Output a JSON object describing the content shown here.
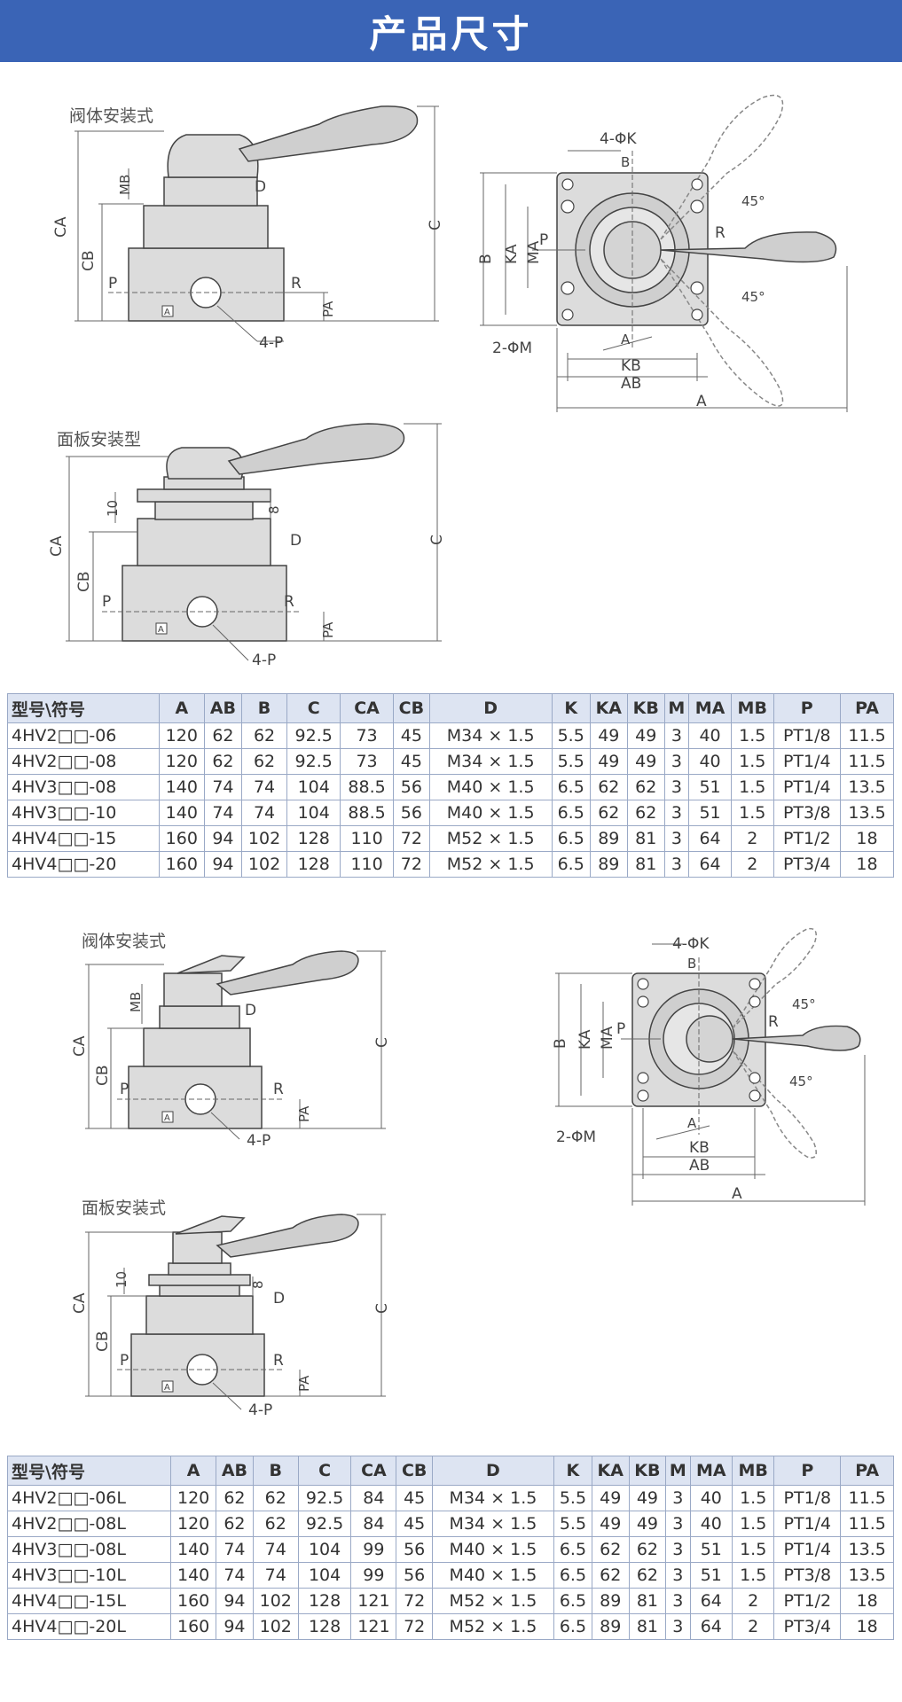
{
  "banner": {
    "title": "产品尺寸"
  },
  "section1": {
    "label_body": "阀体安装式",
    "label_panel": "面板安装型",
    "side": {
      "mb": "MB",
      "d": "D",
      "ca": "CA",
      "cb": "CB",
      "c": "C",
      "p": "P",
      "r": "R",
      "pa": "PA",
      "port": "4-P",
      "a_mark": "A"
    },
    "panel": {
      "ten": "10",
      "eight": "8",
      "d": "D",
      "ca": "CA",
      "cb": "CB",
      "c": "C",
      "p": "P",
      "r": "R",
      "pa": "PA",
      "port": "4-P",
      "a_mark": "A"
    },
    "top": {
      "phik": "4-ΦK",
      "phim": "2-ΦM",
      "b": "B",
      "ka": "KA",
      "ma": "MA",
      "p": "P",
      "r": "R",
      "kb": "KB",
      "ab": "AB",
      "a": "A",
      "top_b": "B",
      "bot_a": "A",
      "angle1": "45°",
      "angle2": "45°"
    }
  },
  "table1": {
    "headers": [
      "型号\\符号",
      "A",
      "AB",
      "B",
      "C",
      "CA",
      "CB",
      "D",
      "K",
      "KA",
      "KB",
      "M",
      "MA",
      "MB",
      "P",
      "PA"
    ],
    "rows": [
      [
        "4HV2□□-06",
        "120",
        "62",
        "62",
        "92.5",
        "73",
        "45",
        "M34 × 1.5",
        "5.5",
        "49",
        "49",
        "3",
        "40",
        "1.5",
        "PT1/8",
        "11.5"
      ],
      [
        "4HV2□□-08",
        "120",
        "62",
        "62",
        "92.5",
        "73",
        "45",
        "M34 × 1.5",
        "5.5",
        "49",
        "49",
        "3",
        "40",
        "1.5",
        "PT1/4",
        "11.5"
      ],
      [
        "4HV3□□-08",
        "140",
        "74",
        "74",
        "104",
        "88.5",
        "56",
        "M40 × 1.5",
        "6.5",
        "62",
        "62",
        "3",
        "51",
        "1.5",
        "PT1/4",
        "13.5"
      ],
      [
        "4HV3□□-10",
        "140",
        "74",
        "74",
        "104",
        "88.5",
        "56",
        "M40 × 1.5",
        "6.5",
        "62",
        "62",
        "3",
        "51",
        "1.5",
        "PT3/8",
        "13.5"
      ],
      [
        "4HV4□□-15",
        "160",
        "94",
        "102",
        "128",
        "110",
        "72",
        "M52 × 1.5",
        "6.5",
        "89",
        "81",
        "3",
        "64",
        "2",
        "PT1/2",
        "18"
      ],
      [
        "4HV4□□-20",
        "160",
        "94",
        "102",
        "128",
        "110",
        "72",
        "M52 × 1.5",
        "6.5",
        "89",
        "81",
        "3",
        "64",
        "2",
        "PT3/4",
        "18"
      ]
    ]
  },
  "section2": {
    "label_body": "阀体安装式",
    "label_panel": "面板安装式",
    "side": {
      "mb": "MB",
      "d": "D",
      "ca": "CA",
      "cb": "CB",
      "c": "C",
      "p": "P",
      "r": "R",
      "pa": "PA",
      "port": "4-P",
      "a_mark": "A"
    },
    "panel": {
      "ten": "10",
      "eight": "8",
      "d": "D",
      "ca": "CA",
      "cb": "CB",
      "c": "C",
      "p": "P",
      "r": "R",
      "pa": "PA",
      "port": "4-P",
      "a_mark": "A"
    },
    "top": {
      "phik": "4-ΦK",
      "phim": "2-ΦM",
      "b": "B",
      "ka": "KA",
      "ma": "MA",
      "p": "P",
      "r": "R",
      "kb": "KB",
      "ab": "AB",
      "a": "A",
      "top_b": "B",
      "bot_a": "A",
      "angle1": "45°",
      "angle2": "45°"
    }
  },
  "table2": {
    "headers": [
      "型号\\符号",
      "A",
      "AB",
      "B",
      "C",
      "CA",
      "CB",
      "D",
      "K",
      "KA",
      "KB",
      "M",
      "MA",
      "MB",
      "P",
      "PA"
    ],
    "rows": [
      [
        "4HV2□□-06L",
        "120",
        "62",
        "62",
        "92.5",
        "84",
        "45",
        "M34 × 1.5",
        "5.5",
        "49",
        "49",
        "3",
        "40",
        "1.5",
        "PT1/8",
        "11.5"
      ],
      [
        "4HV2□□-08L",
        "120",
        "62",
        "62",
        "92.5",
        "84",
        "45",
        "M34 × 1.5",
        "5.5",
        "49",
        "49",
        "3",
        "40",
        "1.5",
        "PT1/4",
        "11.5"
      ],
      [
        "4HV3□□-08L",
        "140",
        "74",
        "74",
        "104",
        "99",
        "56",
        "M40 × 1.5",
        "6.5",
        "62",
        "62",
        "3",
        "51",
        "1.5",
        "PT1/4",
        "13.5"
      ],
      [
        "4HV3□□-10L",
        "140",
        "74",
        "74",
        "104",
        "99",
        "56",
        "M40 × 1.5",
        "6.5",
        "62",
        "62",
        "3",
        "51",
        "1.5",
        "PT3/8",
        "13.5"
      ],
      [
        "4HV4□□-15L",
        "160",
        "94",
        "102",
        "128",
        "121",
        "72",
        "M52 × 1.5",
        "6.5",
        "89",
        "81",
        "3",
        "64",
        "2",
        "PT1/2",
        "18"
      ],
      [
        "4HV4□□-20L",
        "160",
        "94",
        "102",
        "128",
        "121",
        "72",
        "M52 × 1.5",
        "6.5",
        "89",
        "81",
        "3",
        "64",
        "2",
        "PT3/4",
        "18"
      ]
    ]
  }
}
